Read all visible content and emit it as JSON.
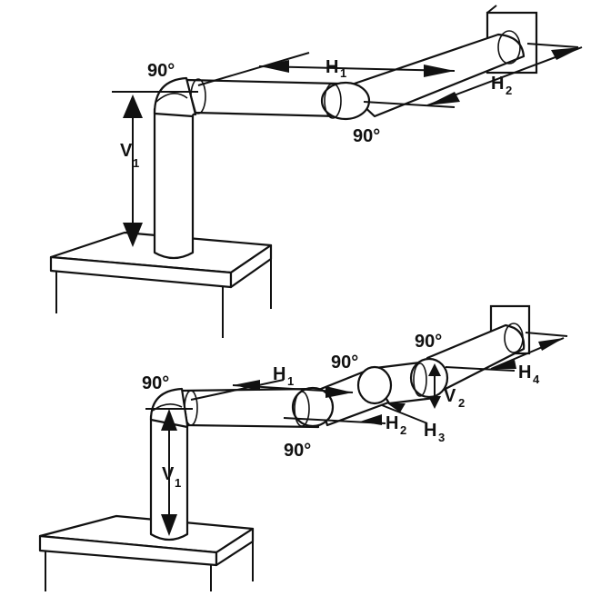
{
  "diagram_top": {
    "angle_elbow_1": "90°",
    "angle_elbow_2": "90°",
    "label_h1": "H",
    "sub_h1": "1",
    "label_h2": "H",
    "sub_h2": "2",
    "label_v1": "V",
    "sub_v1": "1"
  },
  "diagram_bottom": {
    "angle_elbow_1": "90°",
    "angle_elbow_2": "90°",
    "angle_elbow_3": "90°",
    "angle_elbow_4": "90°",
    "label_h1": "H",
    "sub_h1": "1",
    "label_h2": "H",
    "sub_h2": "2",
    "label_h3": "H",
    "sub_h3": "3",
    "label_h4": "H",
    "sub_h4": "4",
    "label_v1": "V",
    "sub_v1": "1",
    "label_v2": "V",
    "sub_v2": "2"
  }
}
